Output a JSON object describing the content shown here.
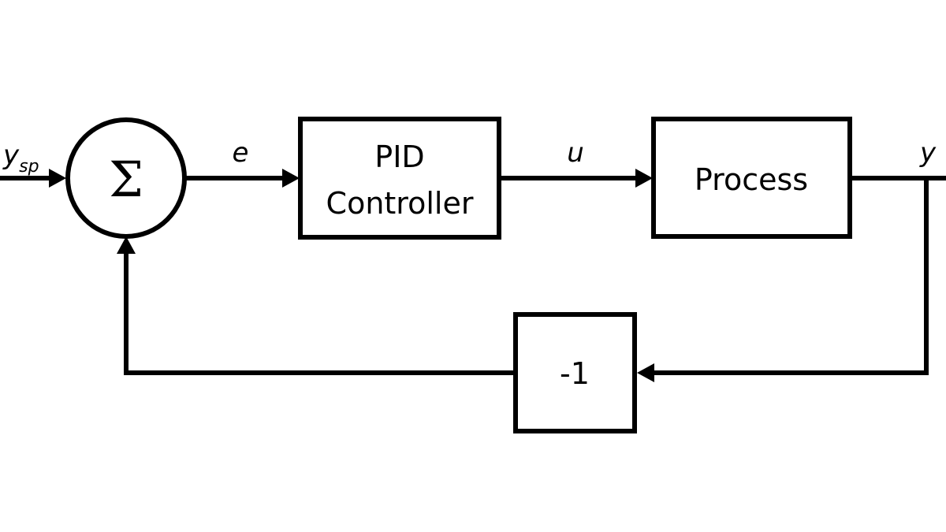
{
  "signals": {
    "setpoint": "y",
    "setpoint_sub": "sp",
    "error": "e",
    "control": "u",
    "output": "y"
  },
  "summing_junction": {
    "symbol": "Σ"
  },
  "blocks": {
    "controller_line1": "PID",
    "controller_line2": "Controller",
    "process": "Process",
    "feedback_gain": "-1"
  }
}
